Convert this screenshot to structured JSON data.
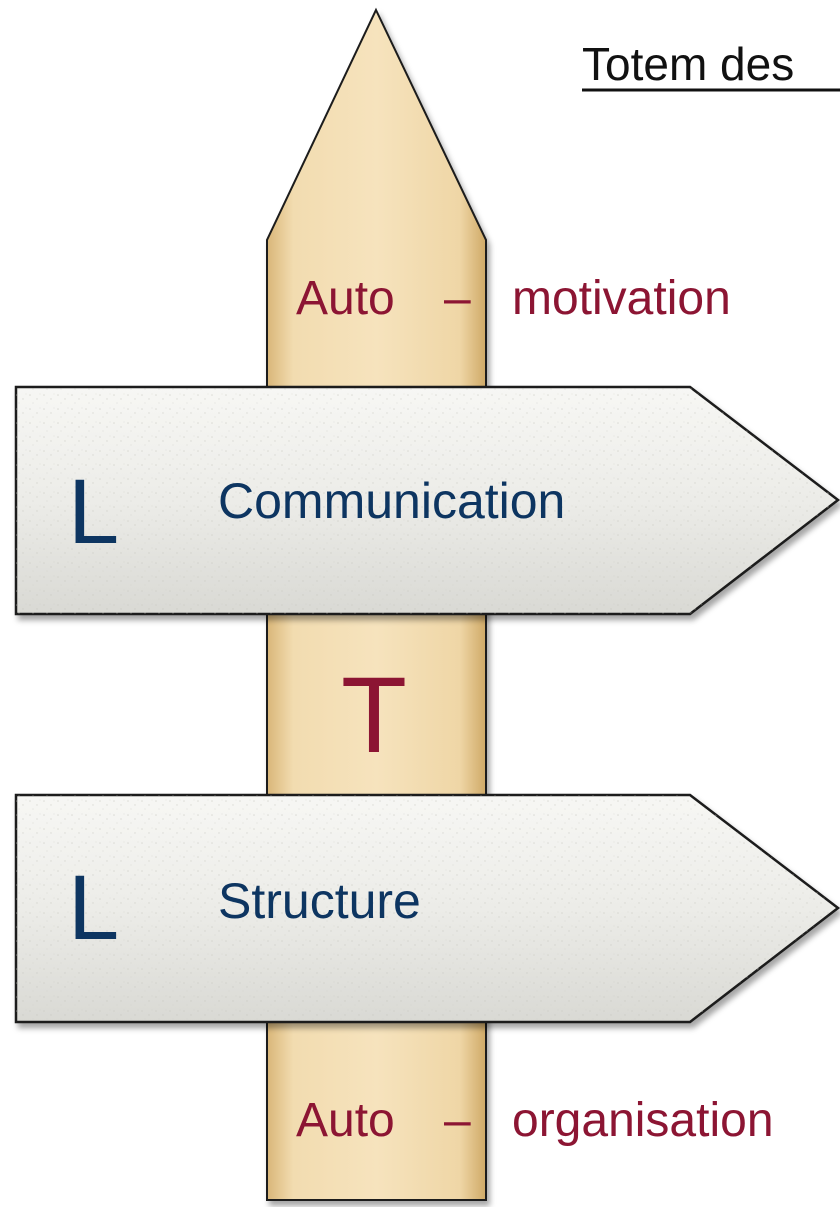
{
  "title": "Totem des",
  "colors": {
    "post_fill": "#ecd3a2",
    "sign_fill": "#ededea",
    "outline": "#111111",
    "red_text": "#8c1533",
    "blue_text": "#0d3561"
  },
  "post": {
    "top_label": {
      "prefix": "Auto",
      "dash": "–",
      "suffix": "motivation"
    },
    "middle_letter": "T",
    "bottom_label": {
      "prefix": "Auto",
      "dash": "–",
      "suffix": "organisation"
    }
  },
  "signs": [
    {
      "letter": "L",
      "label": "Communication"
    },
    {
      "letter": "L",
      "label": "Structure"
    }
  ]
}
